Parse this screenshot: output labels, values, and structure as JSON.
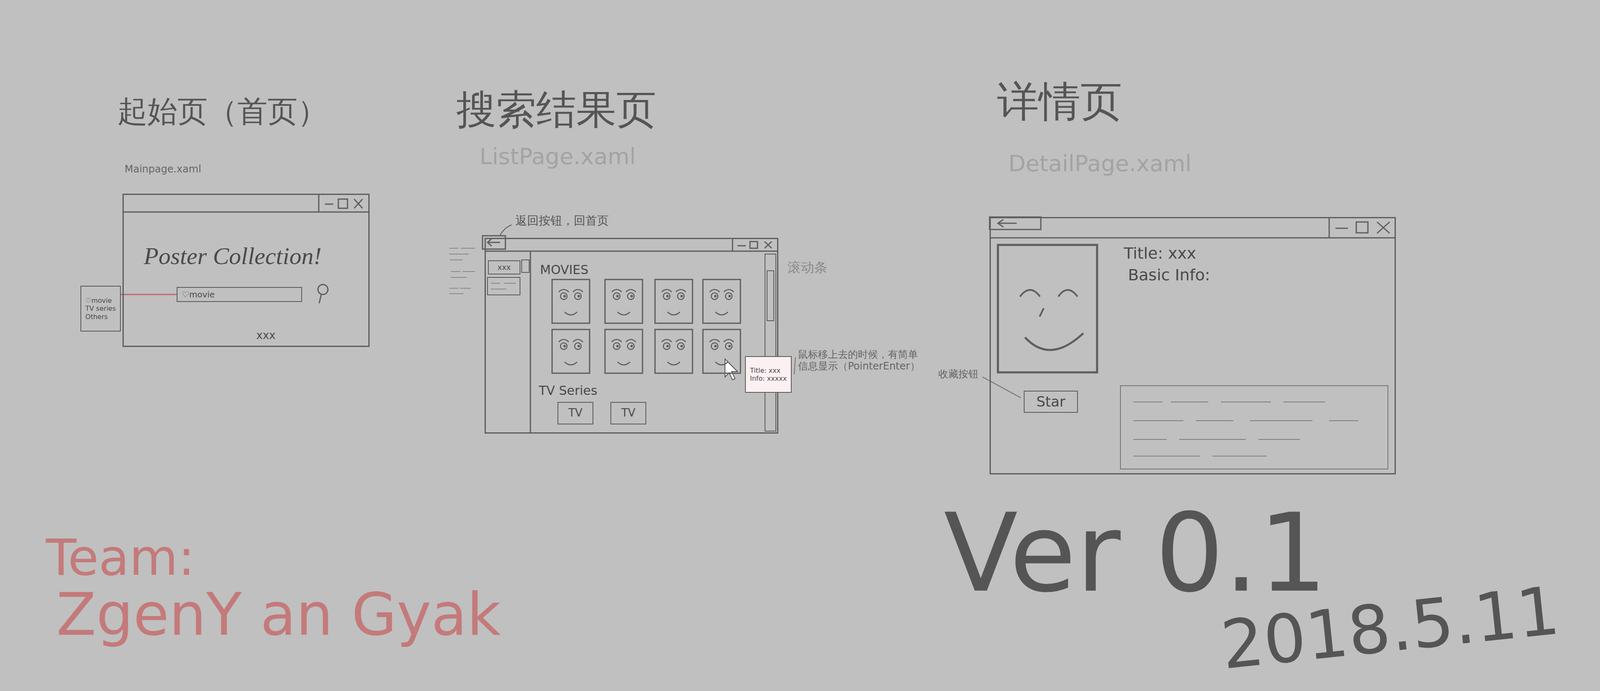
{
  "diagram": {
    "nodes": [
      {
        "text": [
          "Poster Collection!",
          "xxx"
        ]
      },
      {
        "text": [
          "♡movie"
        ],
        "in": 0
      },
      {
        "text": [
          "♡movie",
          "TV series",
          "Others"
        ]
      },
      {
        "text": [
          "MOVIES",
          "TV Series"
        ]
      },
      {
        "text": [
          "xxx"
        ],
        "in": 3
      },
      {
        "text": [
          "TV"
        ],
        "in": 3
      },
      {
        "text": [
          "TV"
        ],
        "in": 3
      },
      {
        "text": [
          "Title: xxx",
          "Info: xxxxx"
        ],
        "in": 3
      },
      {
        "text": [
          "Title: xxx",
          "Basic Info:"
        ]
      },
      {
        "text": [
          "Star"
        ],
        "in": 8
      }
    ],
    "edges": [
      {
        "from": 2,
        "to": 1,
        "arrow": "none"
      }
    ],
    "labels": [
      "起始页（首页）",
      "Mainpage.xaml",
      "搜索结果页",
      "ListPage.xaml",
      "详情页",
      "DetailPage.xaml",
      "返回按钮，回首页",
      "滚动条",
      "鼠标移上去的时候，有简单信息显示（PointerEnter）",
      "收藏按钮",
      "Team:",
      "ZgenY an Gyak",
      "Ver 0.1",
      "2018.5.11"
    ]
  }
}
